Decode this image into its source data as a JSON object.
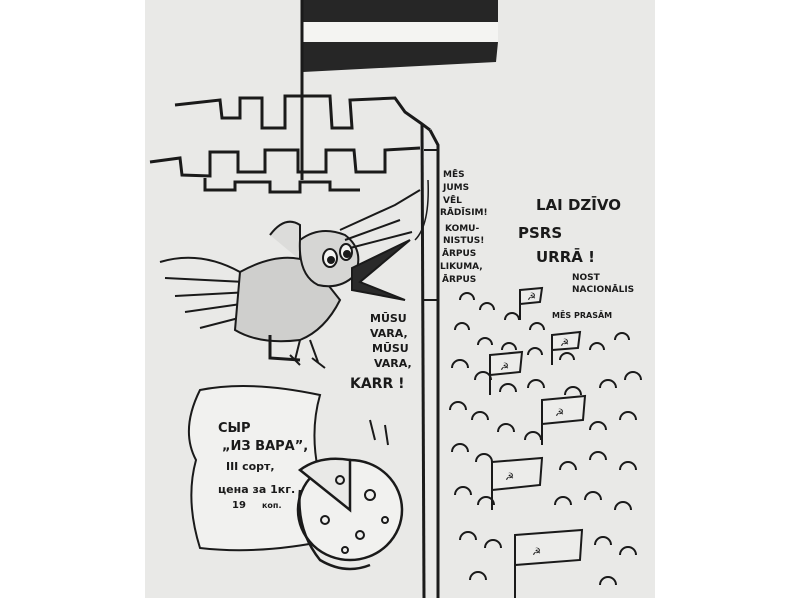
{
  "crow_speech": {
    "line1": "MĒS",
    "line2": "JUMS",
    "line3": "VĒL",
    "line4": "RĀDĪSIM!",
    "line5": "KOMU-",
    "line6": "NISTUS!",
    "line7": "ĀRPUS",
    "line8": "LIKUMA,",
    "line9": "ĀRPUS"
  },
  "crow_caw": {
    "line1": "MŪSU",
    "line2": "VARA,",
    "line3": "MŪSU",
    "line4": "VARA,",
    "line5": "KARR !"
  },
  "crowd_cheer": {
    "line1": "LAI DZĪVO",
    "line2": "PSRS",
    "line3": "URRĀ !"
  },
  "crowd_remark": {
    "line1": "NOST",
    "line2": "NACIONĀLIS"
  },
  "crowd_small": "MĒS PRASĀM",
  "cheese_label": {
    "line1": "СЫР",
    "line2": "„ИЗ ВАРА”,",
    "line3": "III сорт,",
    "line4": "цена за 1кг.",
    "line5": "19",
    "line6": "коп."
  },
  "colors": {
    "ink": "#1a1a1a",
    "paper": "#e9e9e7",
    "flag_dark": "#262626",
    "flag_light": "#f4f4f2"
  }
}
